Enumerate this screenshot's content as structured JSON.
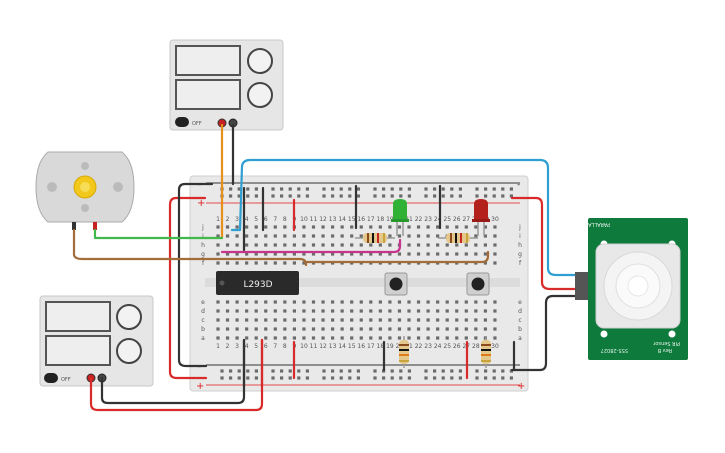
{
  "chip": {
    "label": "L293D"
  },
  "pir": {
    "brand": "PARALLAX",
    "part_number": "555-28027",
    "name": "PIR Sensor",
    "rev": "Rev B"
  },
  "power_supply": {
    "off_label": "OFF"
  },
  "breadboard": {
    "rows_top": [
      "j",
      "i",
      "h",
      "g",
      "f"
    ],
    "rows_bottom": [
      "e",
      "d",
      "c",
      "b",
      "a"
    ],
    "col_labels": [
      "1",
      "2",
      "3",
      "4",
      "5",
      "6",
      "7",
      "8",
      "9",
      "10",
      "11",
      "12",
      "13",
      "14",
      "15",
      "16",
      "17",
      "18",
      "19",
      "20",
      "21",
      "22",
      "23",
      "24",
      "25",
      "26",
      "27",
      "28",
      "29",
      "30"
    ],
    "rail_plus": "+",
    "rail_minus": "-"
  },
  "colors": {
    "red_wire": "#d92a2a",
    "black_wire": "#333333",
    "orange_wire": "#e8901a",
    "blue_wire": "#2f9fd1",
    "green_wire": "#41b84a",
    "brown_wire": "#a36d3a",
    "magenta_wire": "#c8338d",
    "pir_board": "#0e7a3c",
    "led_green": "#2fb135",
    "led_red": "#b4211c",
    "motor_gear": "#f2c81c"
  }
}
